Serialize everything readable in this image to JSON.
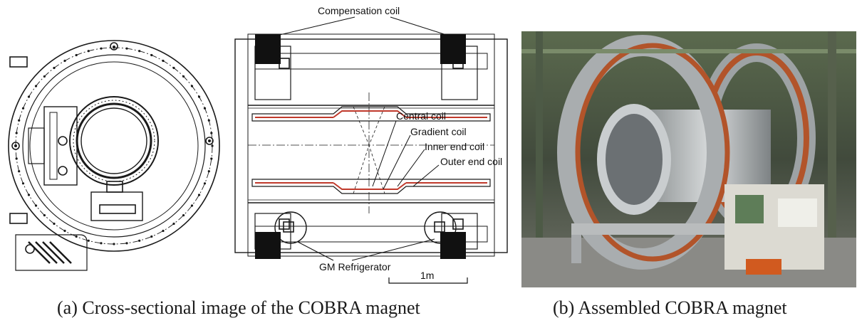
{
  "labels": {
    "compensation_coil": "Compensation coil",
    "central_coil": "Central coil",
    "gradient_coil": "Gradient coil",
    "inner_end_coil": "Inner end coil",
    "outer_end_coil": "Outer end coil",
    "gm_refrigerator": "GM Refrigerator",
    "scale_bar": "1m"
  },
  "captions": {
    "a": "(a) Cross-sectional image of the COBRA magnet",
    "b": "(b) Assembled COBRA magnet"
  },
  "colors": {
    "coil_red": "#c0392b",
    "line": "#1a1a1a",
    "flange_copper": "#b2542a"
  }
}
